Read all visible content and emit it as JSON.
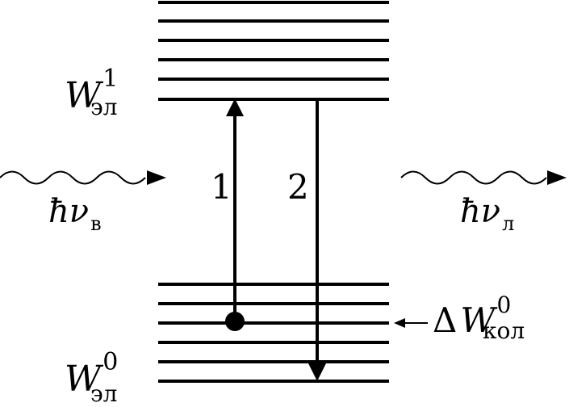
{
  "upper_level": {
    "symbol": "W",
    "sup": "1",
    "sub": "эл"
  },
  "lower_level": {
    "symbol": "W",
    "sup": "0",
    "sub": "эл"
  },
  "transitions": {
    "absorption_label": "1",
    "emission_label": "2"
  },
  "photons": {
    "incoming": {
      "main": "ħν",
      "sub": "в"
    },
    "outgoing": {
      "main": "ħν",
      "sub": "л"
    }
  },
  "vibrational_spacing": {
    "delta": "Δ",
    "symbol": "W",
    "sup": "0",
    "sub": "кол"
  },
  "colors": {
    "ink": "#000000",
    "background": "#ffffff"
  }
}
